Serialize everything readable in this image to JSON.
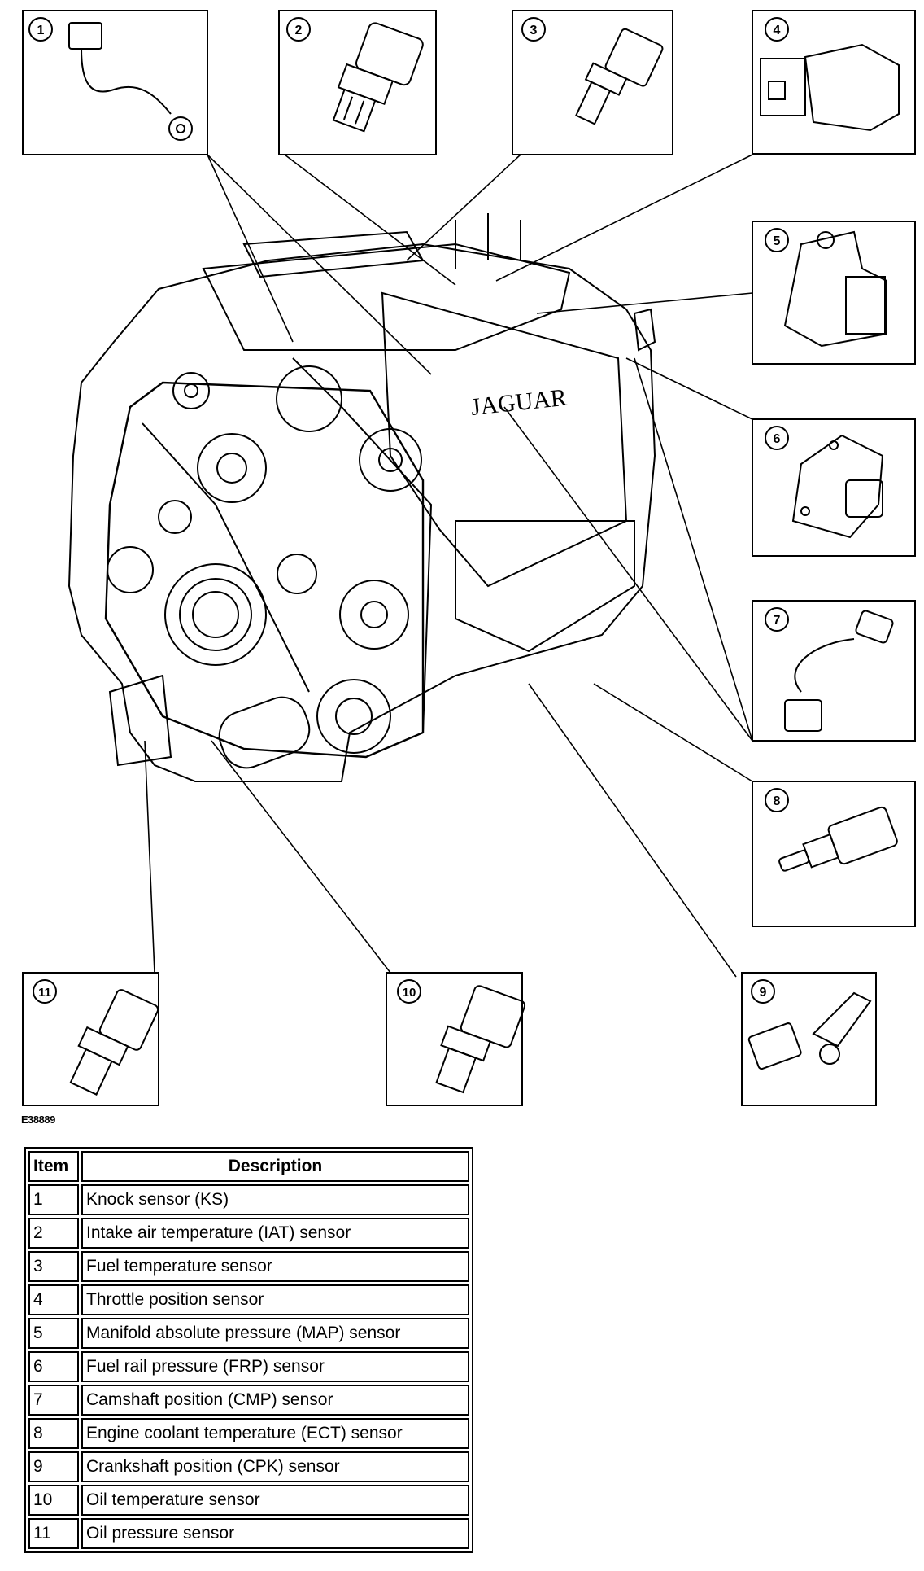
{
  "figure_code": "E38889",
  "callouts": [
    "1",
    "2",
    "3",
    "4",
    "5",
    "6",
    "7",
    "8",
    "9",
    "10",
    "11"
  ],
  "engine_badge": "JAGUAR",
  "legend": {
    "header_item": "Item",
    "header_description": "Description",
    "rows": [
      {
        "item": "1",
        "description": "Knock sensor (KS)"
      },
      {
        "item": "2",
        "description": "Intake air temperature (IAT) sensor"
      },
      {
        "item": "3",
        "description": "Fuel temperature sensor"
      },
      {
        "item": "4",
        "description": "Throttle position sensor"
      },
      {
        "item": "5",
        "description": "Manifold absolute pressure (MAP) sensor"
      },
      {
        "item": "6",
        "description": "Fuel rail pressure (FRP) sensor"
      },
      {
        "item": "7",
        "description": "Camshaft position (CMP) sensor"
      },
      {
        "item": "8",
        "description": "Engine coolant temperature (ECT) sensor"
      },
      {
        "item": "9",
        "description": "Crankshaft position (CPK) sensor"
      },
      {
        "item": "10",
        "description": "Oil temperature sensor"
      },
      {
        "item": "11",
        "description": "Oil pressure sensor"
      }
    ]
  }
}
